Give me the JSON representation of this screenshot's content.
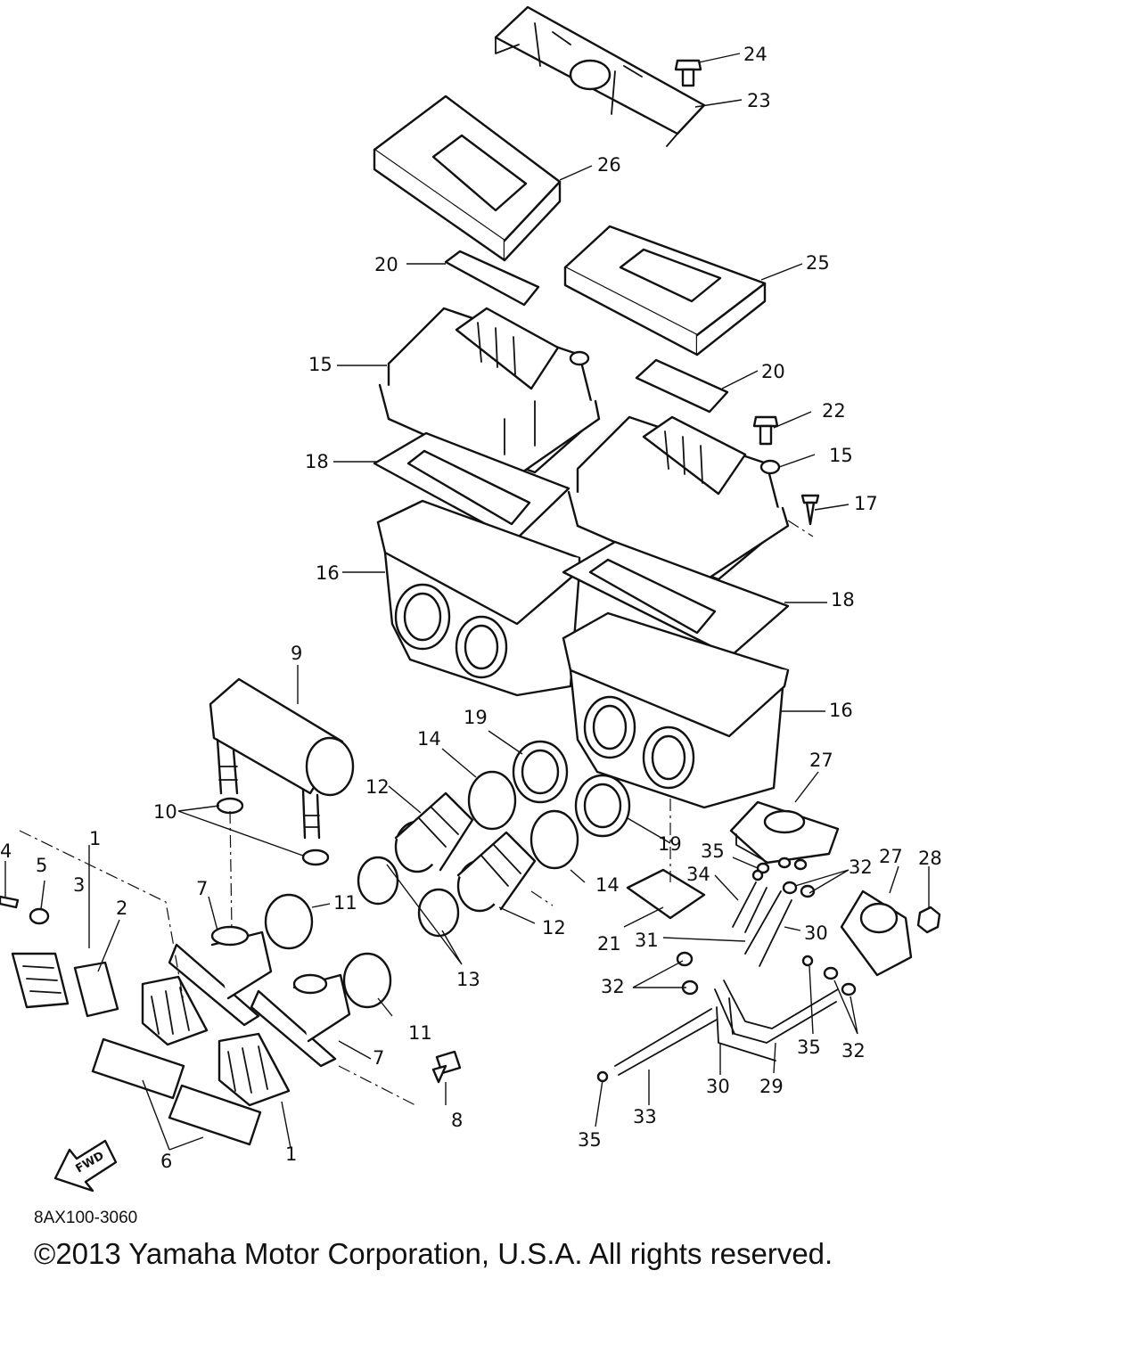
{
  "diagram": {
    "code": "8AX100-3060",
    "copyright": "©2013 Yamaha Motor Corporation, U.S.A. All rights reserved.",
    "fwd_label": "FWD",
    "callouts": [
      "24",
      "23",
      "26",
      "20",
      "25",
      "15",
      "20",
      "22",
      "18",
      "15",
      "17",
      "16",
      "18",
      "9",
      "16",
      "19",
      "14",
      "27",
      "12",
      "10",
      "19",
      "35",
      "32",
      "27",
      "28",
      "4",
      "5",
      "1",
      "3",
      "2",
      "7",
      "11",
      "14",
      "34",
      "31",
      "30",
      "21",
      "13",
      "32",
      "11",
      "7",
      "35",
      "32",
      "30",
      "29",
      "8",
      "33",
      "35",
      "6",
      "1",
      "12"
    ]
  }
}
